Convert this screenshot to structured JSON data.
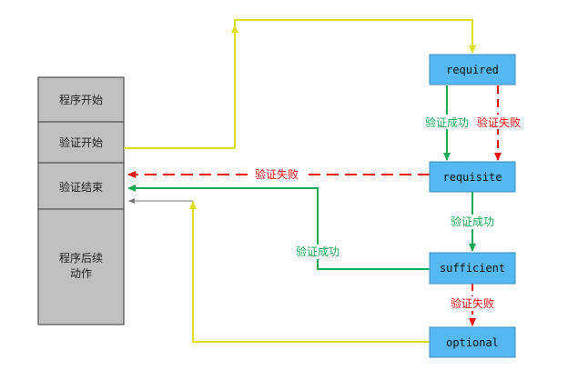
{
  "colors": {
    "stack_fill": "#c0c0c0",
    "stack_border": "#333333",
    "node_fill": "#56b8f0",
    "node_border": "#3a8cc4",
    "success": "#1aaa55",
    "fail": "#ee1111",
    "flow": "#dddd22",
    "plain": "#777777"
  },
  "stack": {
    "program_start": "程序开始",
    "auth_start": "验证开始",
    "auth_end": "验证结束",
    "program_followup_line1": "程序后续",
    "program_followup_line2": "动作"
  },
  "nodes": {
    "required": "required",
    "requisite": "requisite",
    "sufficient": "sufficient",
    "optional": "optional"
  },
  "edges": {
    "required_success": "验证成功",
    "required_fail": "验证失败",
    "requisite_fail": "验证失败",
    "requisite_success": "验证成功",
    "sufficient_success": "验证成功",
    "sufficient_fail": "验证失败"
  }
}
